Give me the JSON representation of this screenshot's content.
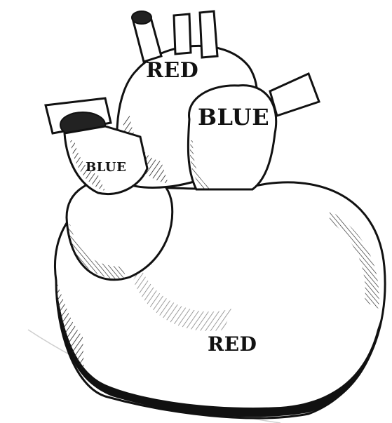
{
  "labels": {
    "aorta": "RED",
    "pulmonary_artery": "BLUE",
    "vena_cava": "BLUE",
    "ventricle": "RED"
  },
  "colors": {
    "ink": "#111111",
    "paper": "#ffffff"
  }
}
